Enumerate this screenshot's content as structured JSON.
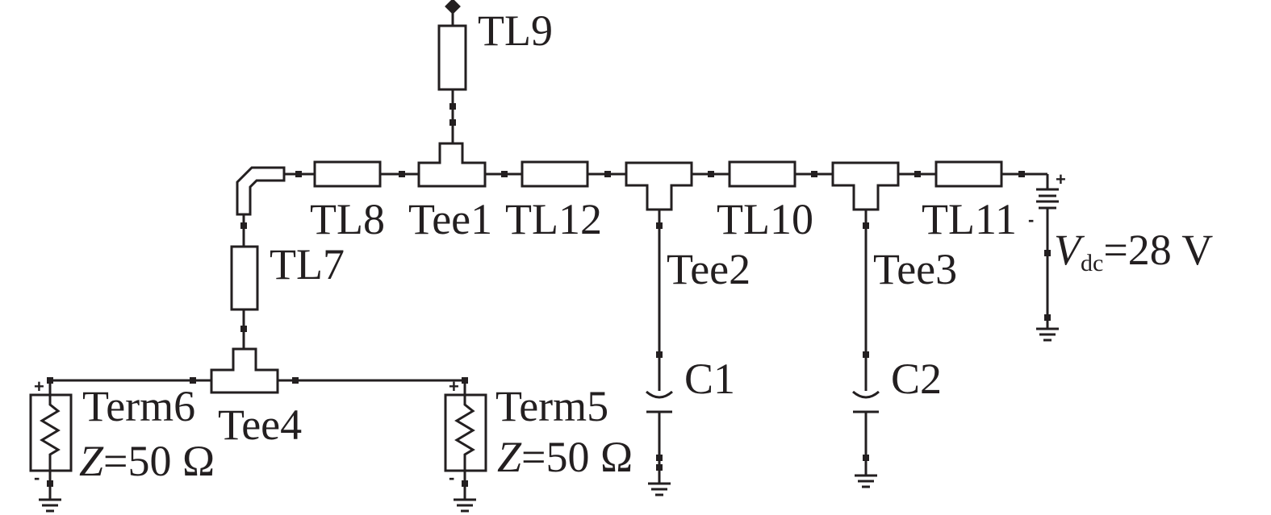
{
  "colors": {
    "ink": "#231f20",
    "background": "#ffffff"
  },
  "labels": {
    "tl9": "TL9",
    "tl8": "TL8",
    "tee1": "Tee1",
    "tl12": "TL12",
    "tl10": "TL10",
    "tl11": "TL11",
    "tl7": "TL7",
    "tee2": "Tee2",
    "tee3": "Tee3",
    "tee4": "Tee4",
    "c1": "C1",
    "c2": "C2",
    "term6": "Term6",
    "term5": "Term5",
    "z_sym": "Z",
    "z_value": "=50 Ω",
    "v_sym": "V",
    "v_sub": "dc",
    "v_value": "=28 V"
  },
  "polarity": {
    "plus": "+",
    "minus": "-"
  }
}
